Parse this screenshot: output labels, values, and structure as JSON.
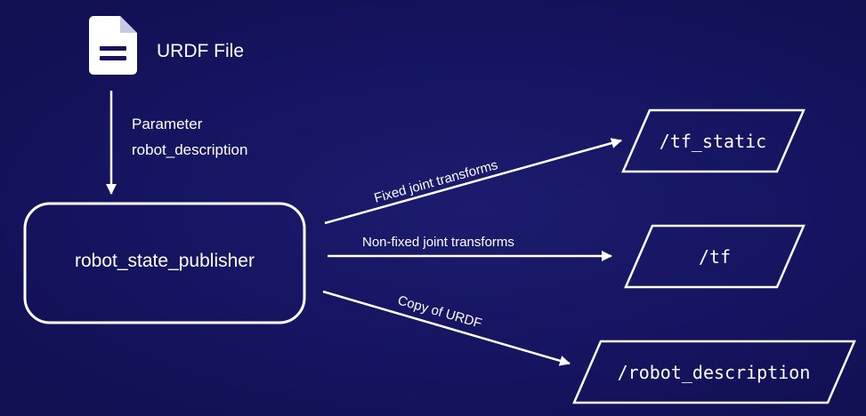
{
  "source": {
    "label": "URDF File",
    "icon": "document-icon"
  },
  "parameter": {
    "line1": "Parameter",
    "line2": "robot_description"
  },
  "node": {
    "label": "robot_state_publisher"
  },
  "edges": {
    "fixed": "Fixed joint transforms",
    "nonfixed": "Non-fixed joint transforms",
    "copy": "Copy of URDF"
  },
  "topics": {
    "tf_static": "/tf_static",
    "tf": "/tf",
    "robot_description": "/robot_description"
  },
  "colors": {
    "background": "#15145f",
    "foreground": "#ffffff"
  }
}
